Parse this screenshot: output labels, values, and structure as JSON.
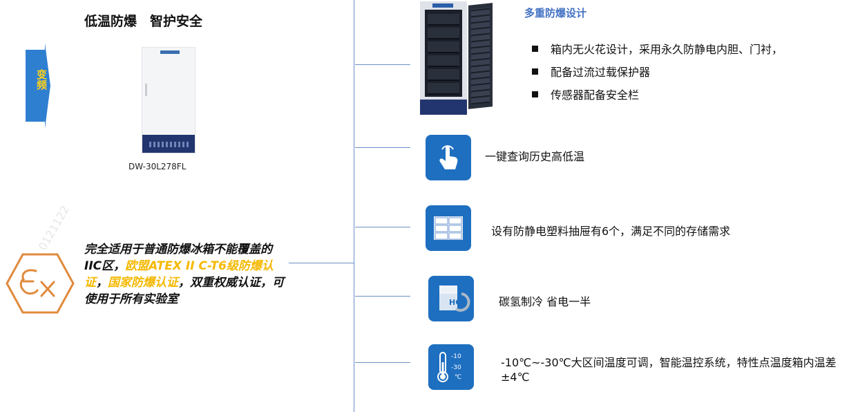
{
  "header": {
    "title": "低温防爆　智护安全"
  },
  "side_tag": {
    "label": "变频"
  },
  "product": {
    "model": "DW-30L278FL"
  },
  "certification": {
    "seg1": "完全适用于普通防爆冰箱不能覆盖的IIC区，",
    "seg2": "欧盟ATEX II C-T6级防爆认证",
    "seg3": "，",
    "seg4": "国家防爆认证",
    "seg5": "，双重权威认证，可使用于所有实验室",
    "watermark": "0121122"
  },
  "design": {
    "title": "多重防爆设计",
    "bullets": [
      "箱内无火花设计，采用永久防静电内胆、门衬，",
      "配备过流过载保护器",
      "传感器配备安全栏"
    ]
  },
  "features": [
    {
      "icon": "touch-icon",
      "text": "一键查询历史高低温"
    },
    {
      "icon": "drawers-icon",
      "text": "设有防静电塑料抽屉有6个，满足不同的存储需求"
    },
    {
      "icon": "hc-refrigerant-icon",
      "text": "碳氢制冷 省电一半"
    },
    {
      "icon": "thermometer-icon",
      "text": "-10℃~-30℃大区间温度可调，智能温控系统，特性点温度箱内温差±4℃",
      "icon_labels": [
        "-10",
        "-30",
        "℃"
      ]
    }
  ],
  "colors": {
    "accent": "#1e6fc0",
    "title_blue": "#4472c4",
    "highlight": "#f5b800",
    "ex_orange": "#e08a3c",
    "tag_blue": "#2f7fd1",
    "tag_text": "#ffd21a"
  }
}
